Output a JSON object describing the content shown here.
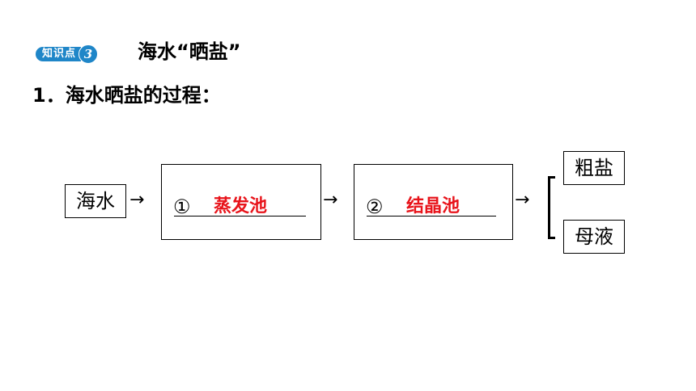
{
  "header": {
    "badge_label": "知识点",
    "badge_number": "3",
    "title": "海水“晒盐”"
  },
  "section": {
    "heading": "1．海水晒盐的过程："
  },
  "diagram": {
    "start_box": "海水",
    "arrow": "→",
    "step1": {
      "marker": "①",
      "answer": "蒸发池"
    },
    "step2": {
      "marker": "②",
      "answer": "结晶池"
    },
    "outputs": [
      "粗盐",
      "母液"
    ]
  },
  "colors": {
    "badge": "#1f86c8",
    "answer": "#e8141b"
  }
}
